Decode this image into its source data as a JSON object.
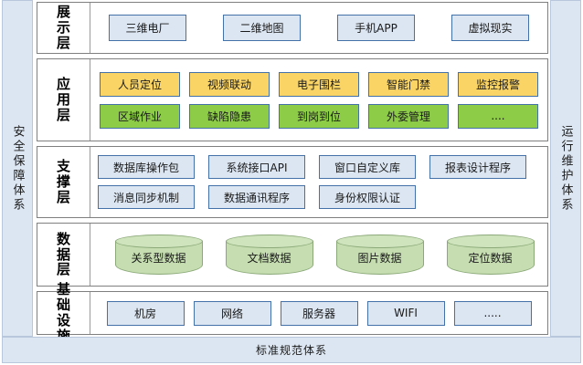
{
  "left_band": {
    "label": "安全保障体系"
  },
  "right_band": {
    "label": "运行维护体系"
  },
  "bottom_band": {
    "label": "标准规范体系"
  },
  "colors": {
    "band_fill": "#dce6f2",
    "blue_fill": "#dce6f2",
    "blue_border": "#4472a8",
    "yellow_fill": "#fad565",
    "green_fill": "#8ccc47",
    "cylinder_fill": "#c5ddb0",
    "cylinder_top": "#cfe3bd",
    "layer_border": "#7f7f7f"
  },
  "layers": [
    {
      "name": "show",
      "label": "展示层",
      "rows": [
        {
          "style": "blue",
          "items": [
            "三维电厂",
            "二维地图",
            "手机APP",
            "虚拟现实"
          ]
        }
      ]
    },
    {
      "name": "application",
      "label": "应用层",
      "rows": [
        {
          "style": "yellow",
          "items": [
            "人员定位",
            "视频联动",
            "电子围栏",
            "智能门禁",
            "监控报警"
          ]
        },
        {
          "style": "green",
          "items": [
            "区域作业",
            "缺陷隐患",
            "到岗到位",
            "外委管理",
            "...."
          ]
        }
      ]
    },
    {
      "name": "support",
      "label": "支撑层",
      "rows": [
        {
          "style": "blue",
          "items": [
            "数据库操作包",
            "系统接口API",
            "窗口自定义库",
            "报表设计程序"
          ]
        },
        {
          "style": "blue",
          "items": [
            "消息同步机制",
            "数据通讯程序",
            "身份权限认证"
          ]
        }
      ]
    },
    {
      "name": "data",
      "label": "数据层",
      "rows": [
        {
          "style": "cylinder",
          "items": [
            "关系型数据",
            "文档数据",
            "图片数据",
            "定位数据"
          ]
        }
      ]
    },
    {
      "name": "infrastructure",
      "label": "基础设施",
      "rows": [
        {
          "style": "blue",
          "items": [
            "机房",
            "网络",
            "服务器",
            "WIFI",
            "....."
          ]
        }
      ]
    }
  ]
}
